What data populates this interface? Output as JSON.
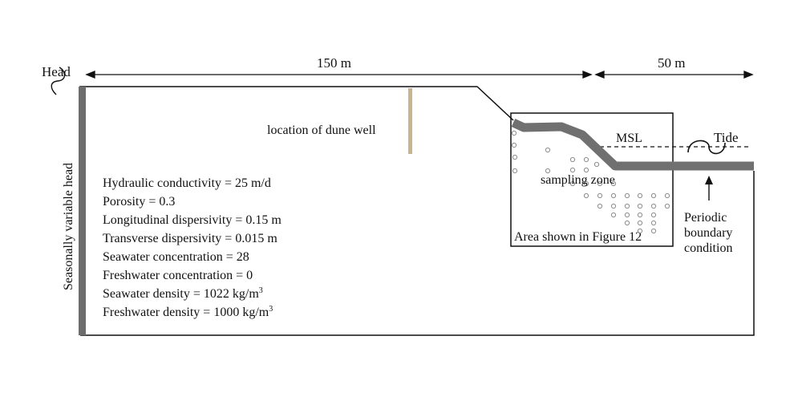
{
  "labels": {
    "head": "Head",
    "dim_left": "150 m",
    "dim_right": "50 m",
    "dune_well": "location of dune well",
    "msl": "MSL",
    "tide": "Tide",
    "sampling_zone": "sampling zone",
    "area_shown": "Area shown in Figure 12",
    "left_boundary": "Seasonally variable head",
    "periodic_1": "Periodic",
    "periodic_2": "boundary",
    "periodic_3": "condition"
  },
  "properties": [
    "Hydraulic conductivity = 25 m/d",
    "Porosity = 0.3",
    "Longitudinal dispersivity = 0.15 m",
    "Transverse dispersivity = 0.015 m",
    "Seawater concentration = 28",
    "Freshwater concentration = 0",
    "Seawater density = 1022 kg/m",
    "Freshwater density = 1000 kg/m"
  ],
  "density_unit_exponent": "3",
  "colors": {
    "outline": "#111111",
    "boundary_bar": "#6d6d6d",
    "beach_profile": "#707070",
    "dune_well": "#c9b48f",
    "sample_points": "#8c8c8c"
  }
}
